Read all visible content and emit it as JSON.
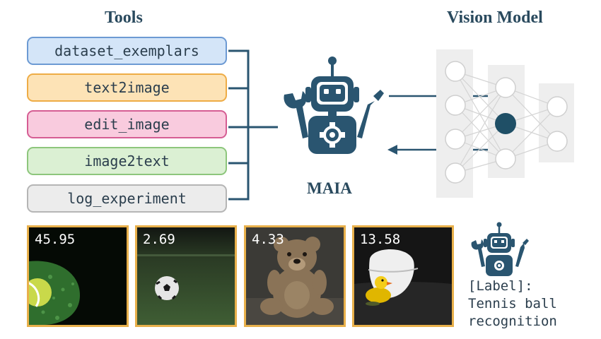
{
  "headings": {
    "tools": "Tools",
    "vision_model": "Vision Model"
  },
  "tools": [
    {
      "label": "dataset_exemplars",
      "fill": "#d4e5f8",
      "border": "#6c9ad3"
    },
    {
      "label": "text2image",
      "fill": "#fde3b6",
      "border": "#eeac46"
    },
    {
      "label": "edit_image",
      "fill": "#f9cbde",
      "border": "#d55d93"
    },
    {
      "label": "image2text",
      "fill": "#dbf0d3",
      "border": "#8dc67c"
    },
    {
      "label": "log_experiment",
      "fill": "#ececec",
      "border": "#b5b5b5"
    }
  ],
  "agent": {
    "name": "MAIA",
    "icon": "robot-with-tools-icon"
  },
  "exemplars": [
    {
      "score": "45.95",
      "scene": "tennis-ball-on-grass"
    },
    {
      "score": "2.69",
      "scene": "soccer-ball-on-field"
    },
    {
      "score": "4.33",
      "scene": "teddy-bear"
    },
    {
      "score": "13.58",
      "scene": "rubber-duck-in-bathtub"
    }
  ],
  "result": {
    "tag": "[Label]:",
    "line1": "Tennis ball",
    "line2": "recognition"
  },
  "colors": {
    "primary": "#2a5570",
    "highlight": "#e8b04b"
  }
}
